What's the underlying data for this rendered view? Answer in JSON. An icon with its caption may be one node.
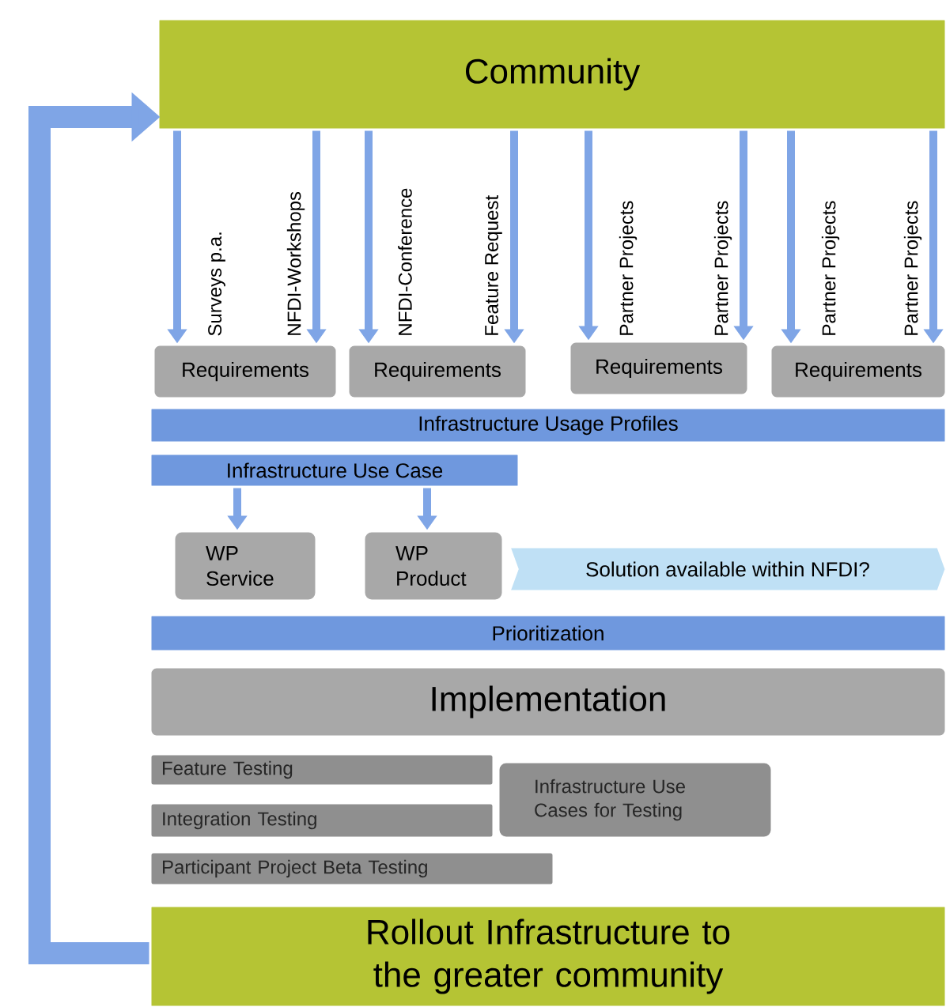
{
  "diagram": {
    "nodes": [
      {
        "text": [
          "Community"
        ]
      },
      {
        "text": [
          "Requirements"
        ]
      },
      {
        "text": [
          "Requirements"
        ]
      },
      {
        "text": [
          "Requirements"
        ]
      },
      {
        "text": [
          "Requirements"
        ]
      },
      {
        "text": [
          "Infrastructure Usage Profiles"
        ]
      },
      {
        "text": [
          "Infrastructure Use Case"
        ]
      },
      {
        "text": [
          "WP Service"
        ]
      },
      {
        "text": [
          "WP Product"
        ]
      },
      {
        "text": [
          "Solution available within NFDI?"
        ]
      },
      {
        "text": [
          "Prioritization"
        ]
      },
      {
        "text": [
          "Implementation"
        ]
      },
      {
        "text": [
          "Feature Testing"
        ]
      },
      {
        "text": [
          "Integration Testing"
        ]
      },
      {
        "text": [
          "Participant Project Beta Testing"
        ]
      },
      {
        "text": [
          "Infrastructure Use Cases for Testing"
        ]
      },
      {
        "text": [
          "Rollout Infrastructure to the greater community"
        ]
      }
    ],
    "edges": [
      {
        "from": 0,
        "to": 1,
        "arrow": "to",
        "label": "Surveys p.a."
      },
      {
        "from": 0,
        "to": 1,
        "arrow": "to",
        "label": "NFDI-Workshops"
      },
      {
        "from": 0,
        "to": 2,
        "arrow": "to",
        "label": "NFDI-Conference"
      },
      {
        "from": 0,
        "to": 2,
        "arrow": "to",
        "label": "Feature Request"
      },
      {
        "from": 0,
        "to": 3,
        "arrow": "to",
        "label": "Partner Projects"
      },
      {
        "from": 0,
        "to": 3,
        "arrow": "to",
        "label": "Partner Projects"
      },
      {
        "from": 0,
        "to": 4,
        "arrow": "to",
        "label": "Partner Projects"
      },
      {
        "from": 0,
        "to": 4,
        "arrow": "to",
        "label": "Partner Projects"
      },
      {
        "from": 6,
        "to": 7,
        "arrow": "to"
      },
      {
        "from": 6,
        "to": 8,
        "arrow": "to"
      },
      {
        "from": 16,
        "to": 0,
        "arrow": "to",
        "style": "thick"
      }
    ]
  }
}
